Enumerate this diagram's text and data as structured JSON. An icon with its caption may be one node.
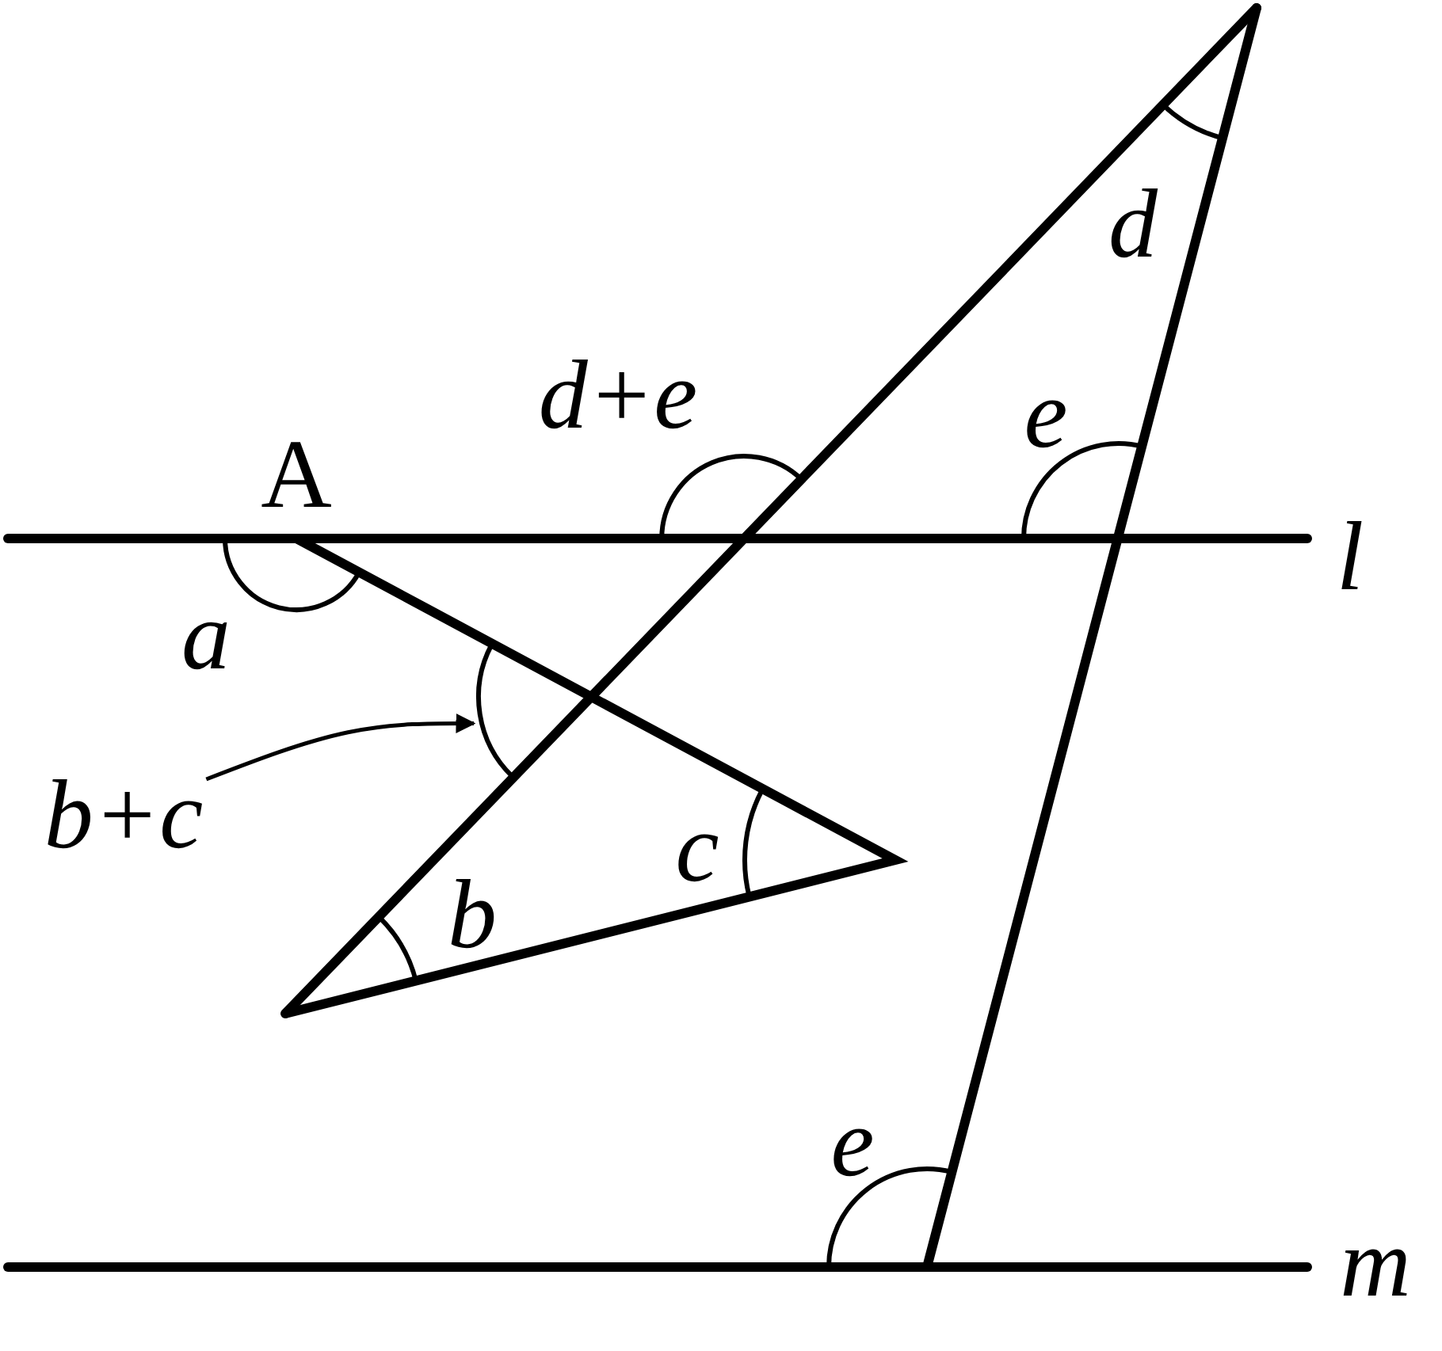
{
  "diagram": {
    "nodes": [
      {
        "text": [
          "b+c"
        ]
      },
      {
        "text": [],
        "shape": "arc"
      }
    ],
    "edges": [
      {
        "from": 0,
        "to": 1,
        "arrow": "to"
      }
    ],
    "labels": [
      "d",
      "d+e",
      "e",
      "A",
      "l",
      "a",
      "c",
      "b",
      "e",
      "m"
    ]
  }
}
